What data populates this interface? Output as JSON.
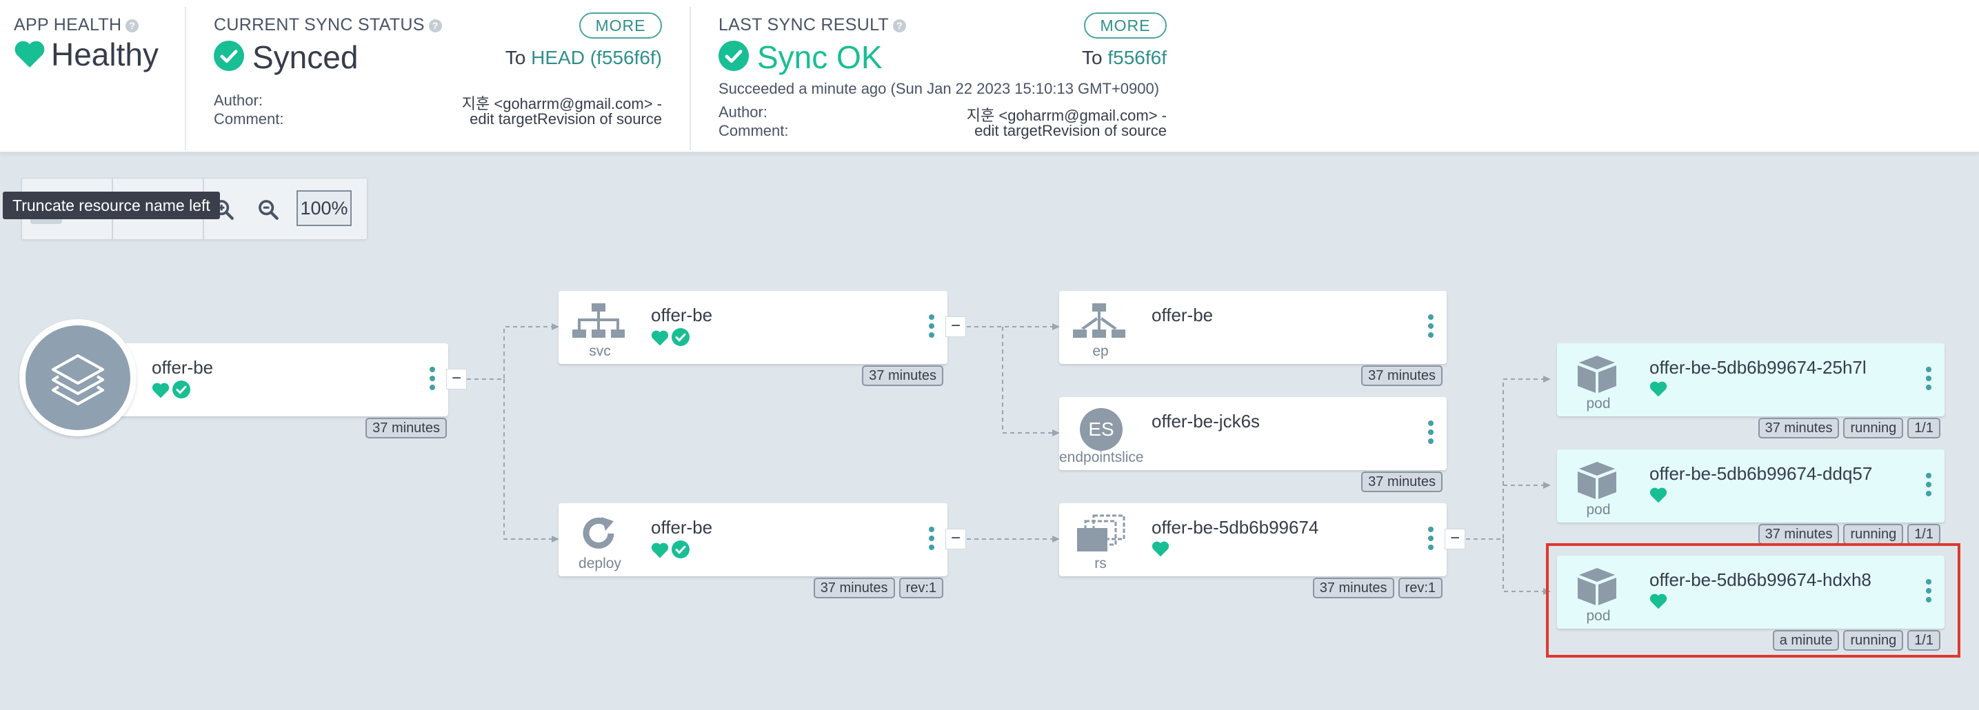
{
  "app_health": {
    "title": "APP HEALTH",
    "status": "Healthy",
    "color": "#18be94"
  },
  "sync_status": {
    "title": "CURRENT SYNC STATUS",
    "status": "Synced",
    "more_label": "MORE",
    "to_label": "To",
    "revision": "HEAD (f556f6f)",
    "author_label": "Author:",
    "author_value": "지훈 <goharrm@gmail.com> -",
    "comment_label": "Comment:",
    "comment_value": "edit targetRevision of source"
  },
  "last_sync": {
    "title": "LAST SYNC RESULT",
    "status": "Sync OK",
    "more_label": "MORE",
    "to_label": "To",
    "revision": "f556f6f",
    "succeeded": "Succeeded a minute ago (Sun Jan 22 2023 15:10:13 GMT+0900)",
    "author_label": "Author:",
    "author_value": "지훈 <goharrm@gmail.com> -",
    "comment_label": "Comment:",
    "comment_value": "edit targetRevision of source"
  },
  "toolbar": {
    "tooltip": "Truncate resource name left",
    "zoom": "100%"
  },
  "nodes": {
    "app": {
      "name": "offer-be",
      "tags": [
        "37 minutes"
      ]
    },
    "svc": {
      "name": "offer-be",
      "kind": "svc",
      "tags": [
        "37 minutes"
      ]
    },
    "deploy": {
      "name": "offer-be",
      "kind": "deploy",
      "tags": [
        "37 minutes",
        "rev:1"
      ]
    },
    "ep": {
      "name": "offer-be",
      "kind": "ep",
      "tags": [
        "37 minutes"
      ]
    },
    "endpointslice": {
      "name": "offer-be-jck6s",
      "kind": "endpointslice",
      "icon_text": "ES",
      "tags": [
        "37 minutes"
      ]
    },
    "rs": {
      "name": "offer-be-5db6b99674",
      "kind": "rs",
      "tags": [
        "37 minutes",
        "rev:1"
      ]
    },
    "pod1": {
      "name": "offer-be-5db6b99674-25h7l",
      "kind": "pod",
      "tags": [
        "37 minutes",
        "running",
        "1/1"
      ]
    },
    "pod2": {
      "name": "offer-be-5db6b99674-ddq57",
      "kind": "pod",
      "tags": [
        "37 minutes",
        "running",
        "1/1"
      ]
    },
    "pod3": {
      "name": "offer-be-5db6b99674-hdxh8",
      "kind": "pod",
      "tags": [
        "a minute",
        "running",
        "1/1"
      ]
    }
  },
  "colors": {
    "healthy": "#18be94",
    "accent": "#2f8f8c",
    "highlight": "#e0382f"
  }
}
